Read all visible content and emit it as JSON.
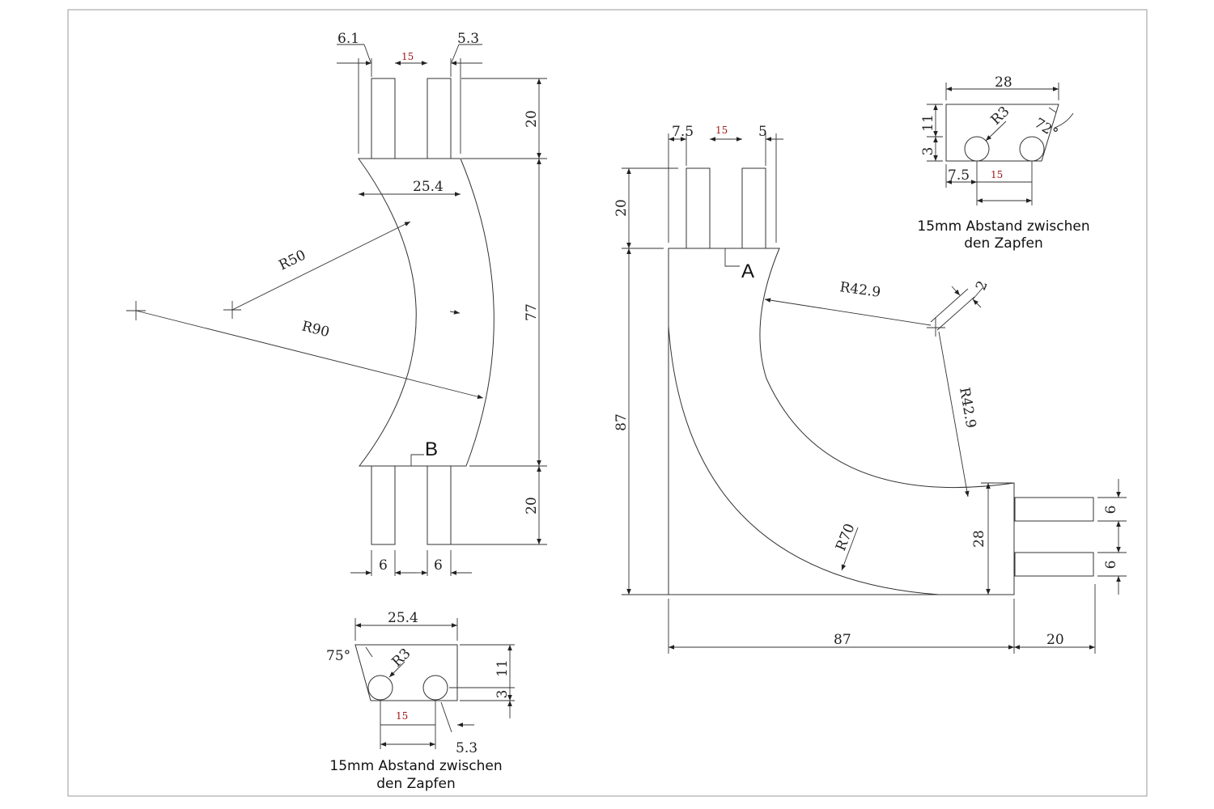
{
  "drawing": {
    "part_b": {
      "top_gaps": {
        "left": "6.1",
        "middle": "15",
        "right": "5.3"
      },
      "height_top_tenon": "20",
      "width_top": "25.4",
      "height_body": "77",
      "radius_inner": "R50",
      "radius_outer": "R90",
      "label": "B",
      "height_bottom_tenon": "20",
      "tenon_width_left": "6",
      "tenon_width_right": "6"
    },
    "part_a": {
      "top_gaps": {
        "left": "7.5",
        "middle": "15",
        "right": "5"
      },
      "height_top_tenon": "20",
      "label": "A",
      "radius_1": "R42.9",
      "radius_2": "R42.9",
      "offset": "2",
      "height_total": "87",
      "radius_outer": "R70",
      "end_height": "28",
      "tenon_height_1": "6",
      "tenon_height_2": "6",
      "width_total": "87",
      "tenon_length": "20"
    },
    "section_b": {
      "width": "25.4",
      "angle": "75°",
      "radius": "R3",
      "height": "11",
      "offset": "3",
      "spacing": "15",
      "gap": "5.3",
      "note_line1": "15mm Abstand zwischen",
      "note_line2": "den Zapfen"
    },
    "section_a": {
      "width": "28",
      "angle": "72°",
      "radius": "R3",
      "height": "11",
      "offset": "3",
      "gap": "7.5",
      "spacing": "15",
      "note_line1": "15mm Abstand zwischen",
      "note_line2": "den Zapfen"
    }
  }
}
